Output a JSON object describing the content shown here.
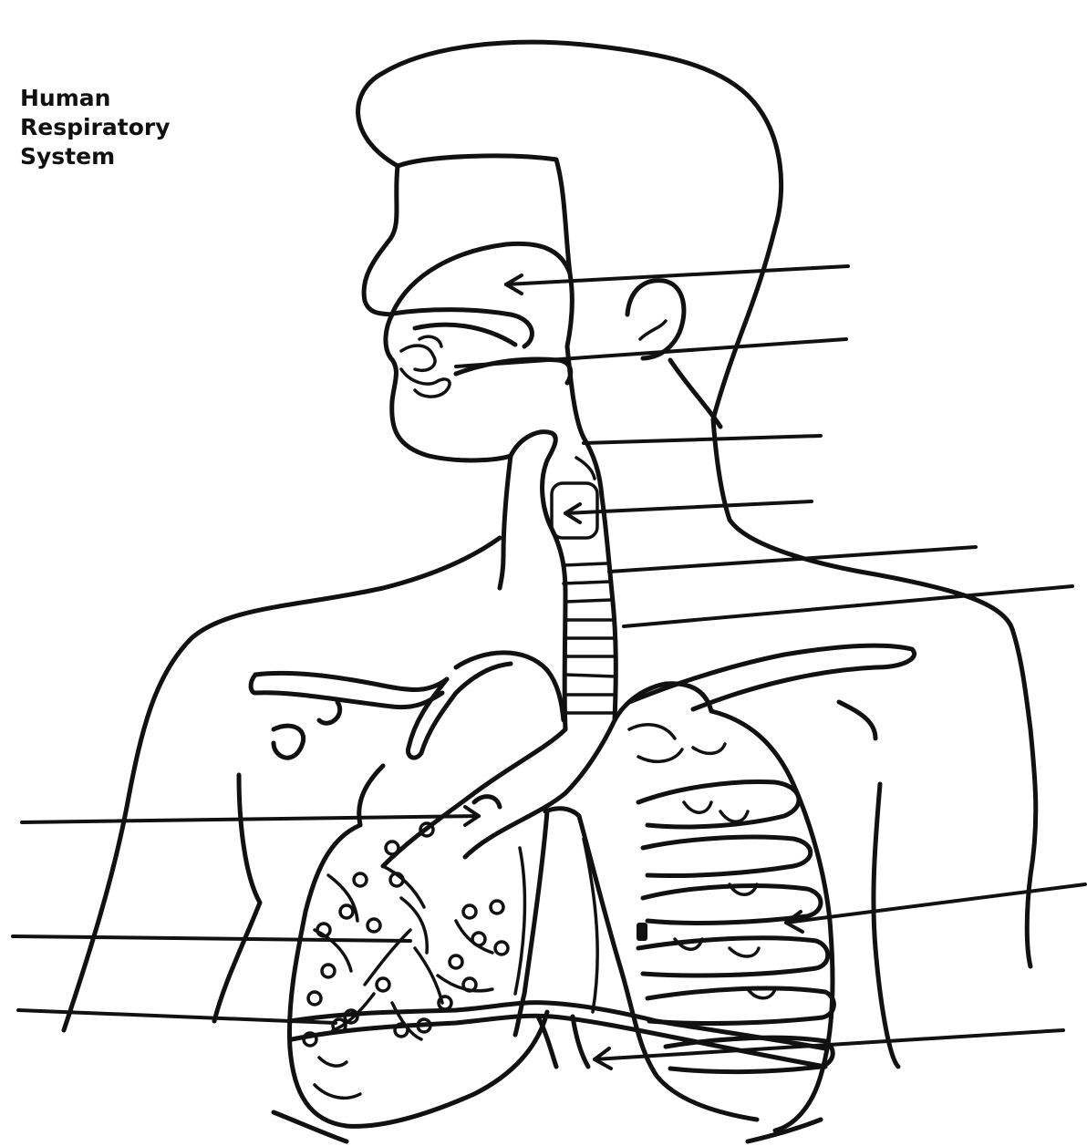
{
  "diagram": {
    "title_lines": [
      "Human",
      "Respiratory",
      "System"
    ],
    "label_slots": [
      {
        "target": "nasal-cavity",
        "answer": ""
      },
      {
        "target": "oral-cavity",
        "answer": ""
      },
      {
        "target": "pharynx",
        "answer": ""
      },
      {
        "target": "larynx",
        "answer": ""
      },
      {
        "target": "trachea-upper",
        "answer": ""
      },
      {
        "target": "trachea-lower",
        "answer": ""
      },
      {
        "target": "bronchus",
        "answer": ""
      },
      {
        "target": "bronchiole",
        "answer": ""
      },
      {
        "target": "alveoli",
        "answer": ""
      },
      {
        "target": "rib",
        "answer": ""
      },
      {
        "target": "diaphragm",
        "answer": ""
      }
    ],
    "ink_color": "#111111",
    "paper_color": "#ffffff"
  }
}
